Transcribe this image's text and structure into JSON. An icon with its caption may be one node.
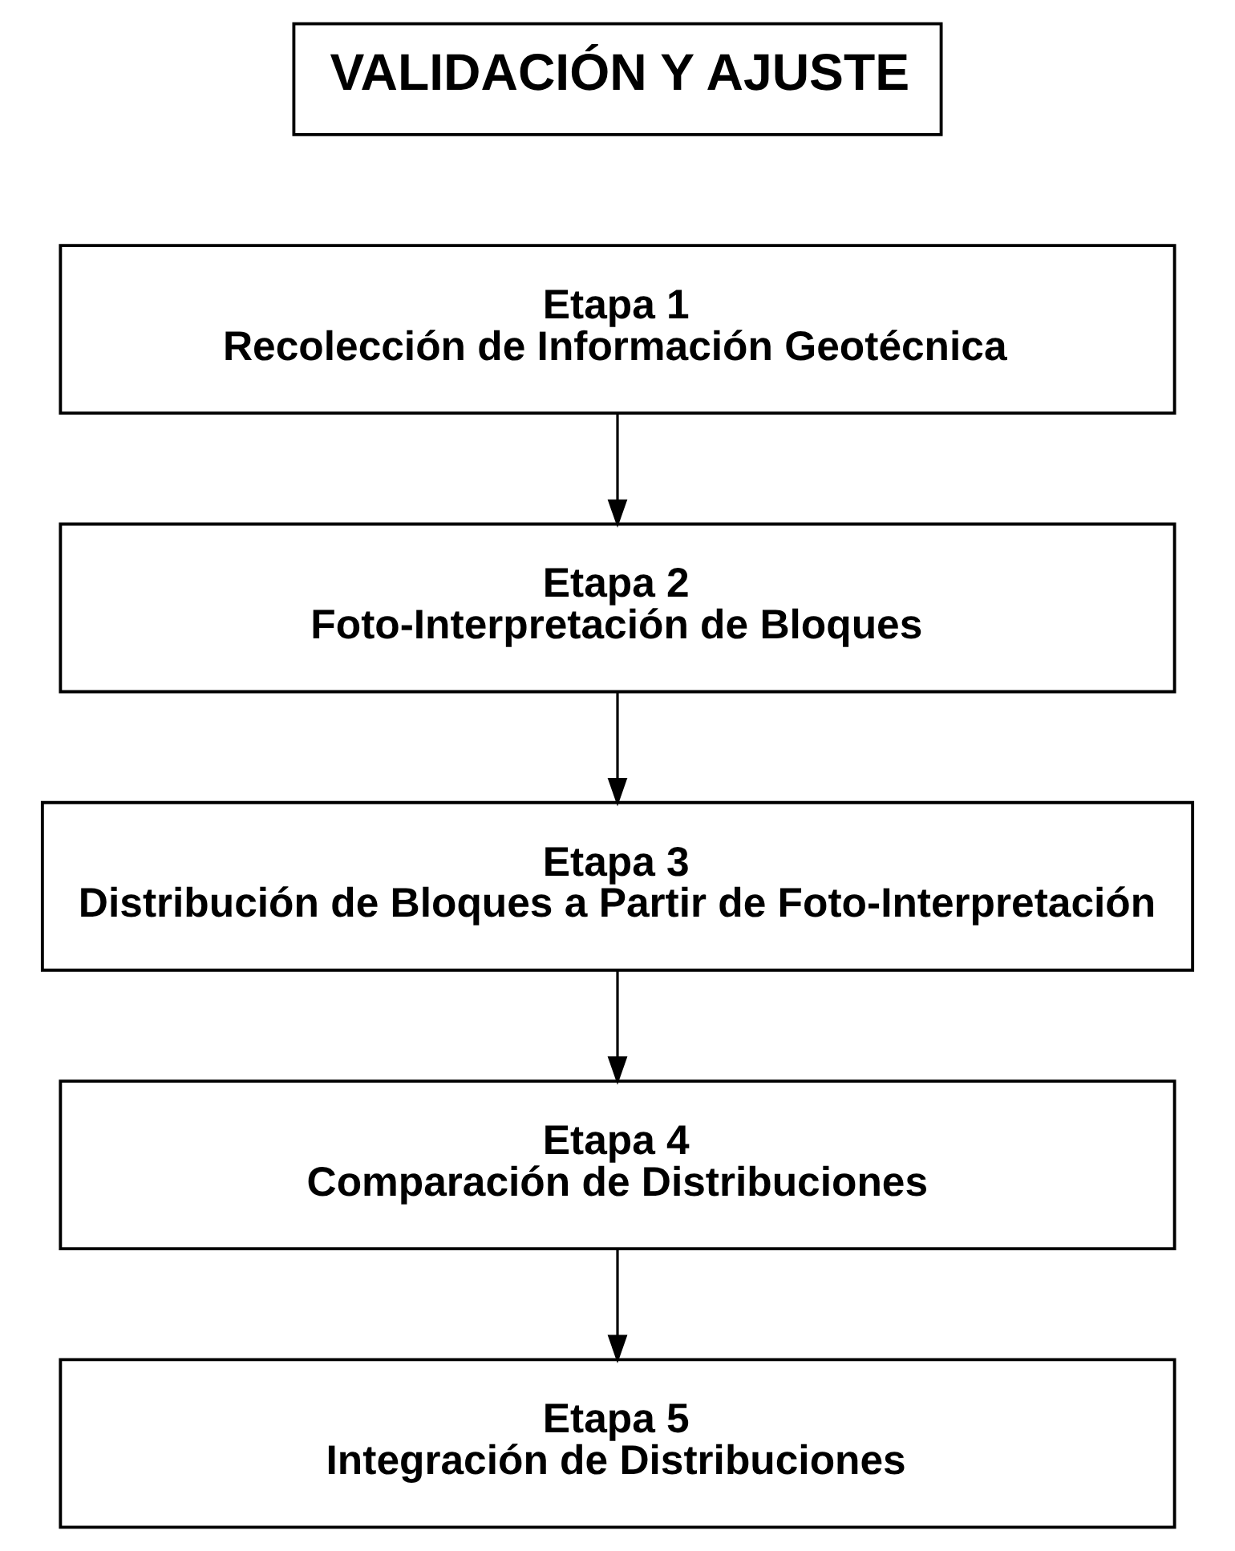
{
  "diagram": {
    "nodes": [
      {
        "text": [
          "VALIDACIÓN Y AJUSTE"
        ]
      },
      {
        "text": [
          "Etapa 1",
          "Recolección de Información Geotécnica"
        ]
      },
      {
        "text": [
          "Etapa 2",
          "Foto-Interpretación de Bloques"
        ]
      },
      {
        "text": [
          "Etapa 3",
          "Distribución de Bloques a Partir de Foto-Interpretación"
        ]
      },
      {
        "text": [
          "Etapa 4",
          "Comparación de Distribuciones"
        ]
      },
      {
        "text": [
          "Etapa 5",
          "Integración de Distribuciones"
        ]
      }
    ],
    "edges": [
      {
        "from": 1,
        "to": 2,
        "arrow": "to"
      },
      {
        "from": 2,
        "to": 3,
        "arrow": "to"
      },
      {
        "from": 3,
        "to": 4,
        "arrow": "to"
      },
      {
        "from": 4,
        "to": 5,
        "arrow": "to"
      }
    ]
  }
}
